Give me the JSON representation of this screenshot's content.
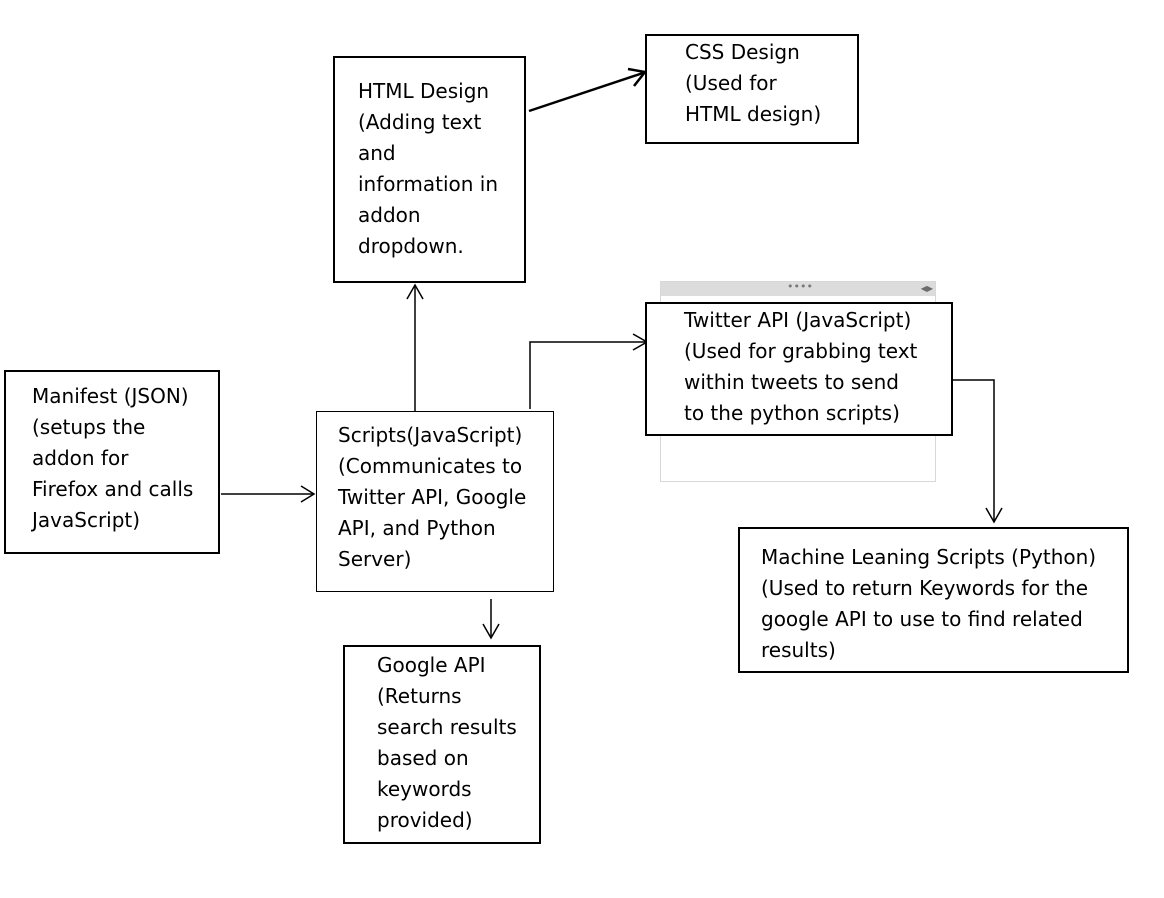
{
  "diagram": {
    "nodes": {
      "html_design": {
        "text": "HTML Design\n(Adding text\nand\ninformation in\naddon\ndropdown."
      },
      "css_design": {
        "text": "CSS Design\n(Used for\nHTML design)"
      },
      "manifest": {
        "text": "Manifest (JSON)\n(setups the\naddon for\nFirefox and calls\nJavaScript)"
      },
      "scripts": {
        "text": "Scripts(JavaScript)\n(Communicates to\nTwitter API, Google\nAPI, and Python\nServer)"
      },
      "twitter_api": {
        "text": "Twitter API (JavaScript)\n(Used for grabbing text\nwithin tweets to send\nto the python scripts)"
      },
      "machine_learning": {
        "text": "Machine Leaning Scripts (Python)\n(Used to return Keywords for the\ngoogle API to use to find related\nresults)"
      },
      "google_api": {
        "text": "Google API\n(Returns\nsearch results\nbased on\nkeywords\nprovided)"
      }
    },
    "edges": [
      {
        "from": "html_design",
        "to": "css_design"
      },
      {
        "from": "manifest",
        "to": "scripts"
      },
      {
        "from": "scripts",
        "to": "html_design"
      },
      {
        "from": "scripts",
        "to": "twitter_api"
      },
      {
        "from": "scripts",
        "to": "google_api"
      },
      {
        "from": "twitter_api",
        "to": "machine_learning"
      }
    ],
    "frame": {
      "grip_icon": "drag-handle-dots",
      "arrows_icon": "left-right-arrows"
    }
  }
}
